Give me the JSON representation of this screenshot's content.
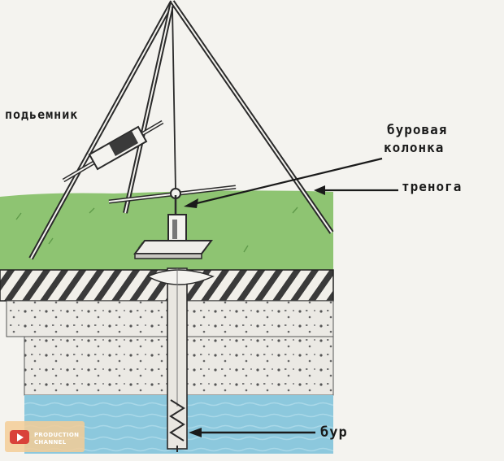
{
  "labels": {
    "hoist": "подьемник",
    "drill_column_line1": "буровая",
    "drill_column_line2": "колонка",
    "tripod": "тренога",
    "drill": "бур"
  },
  "watermark": {
    "line1": "PRODUCTION",
    "line2": "CHANNEL",
    "icon": "play-icon"
  },
  "colors": {
    "grass": "#8ec472",
    "water": "#8cc8dd",
    "hatch_layer": "#3a3a3a",
    "gravel_layer": "#e8e6e2",
    "ink": "#2a2a2a"
  }
}
